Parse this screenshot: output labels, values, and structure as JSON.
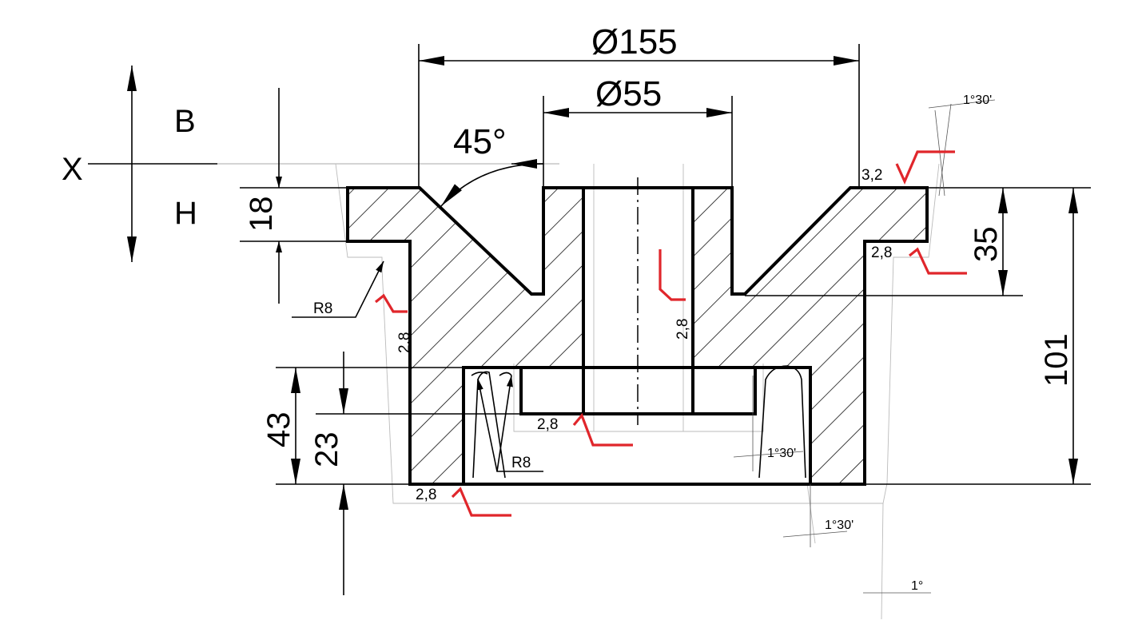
{
  "projection": {
    "axis_letter": "X",
    "upper_letter": "B",
    "lower_letter": "H"
  },
  "dimensions": {
    "outer_diameter": "Ø155",
    "bore_diameter": "Ø55",
    "cone_angle": "45°",
    "flange_height": "18",
    "top_step_height": "35",
    "total_height": "101",
    "recess_height": "43",
    "inner_recess_height": "23",
    "radius_outer": "R8",
    "radius_inner": "R8"
  },
  "surface_finish": {
    "top_face": "3,2",
    "flange_underside": "2,8",
    "outer_wall": "2,8",
    "bore": "2,8",
    "recess_floor": "2,8",
    "bottom_face": "2,8"
  },
  "draft_angles": {
    "top_right": "1°30'",
    "recess_wall": "1°30'",
    "bottom": "1°30'",
    "base": "1°"
  },
  "colors": {
    "outline": "#000000",
    "roughness_mark": "#e0262b"
  }
}
